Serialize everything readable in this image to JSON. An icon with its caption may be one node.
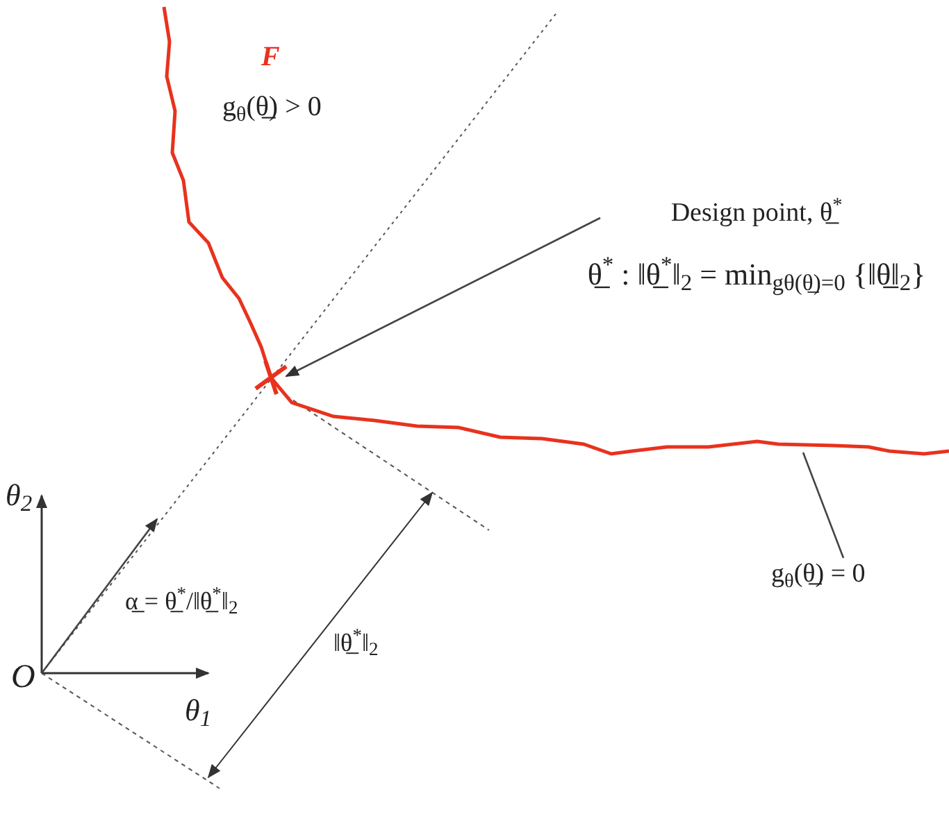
{
  "diagram": {
    "nodes": [
      {
        "text": [
          "Design point, θ̲$^{*}$",
          "θ̲$^{*}$ : ‖θ̲$^{*}$‖$_{2}$ = min$_{gθ(θ̲)=0}$ {‖θ̲‖$_{2}$}"
        ]
      },
      {
        "text": [],
        "shape": "cross"
      },
      {
        "text": [
          "g$_{θ}$(θ̲) = 0"
        ]
      },
      {
        "text": [
          "O"
        ]
      }
    ],
    "edges": [
      {
        "from": 0,
        "to": 1,
        "arrow": "to"
      },
      {
        "from": 2,
        "to": null,
        "arrow": "none"
      },
      {
        "from": 3,
        "to": null,
        "arrow": "to",
        "label": "α̲ = θ̲$^{*}$/‖θ̲$^{*}$‖$_{2}$"
      }
    ],
    "labels": [
      "F",
      "g$_{θ}$(θ̲) > 0",
      "θ$_{2}$",
      "θ$_{1}$",
      "‖θ̲$^{*}$‖$_{2}$"
    ]
  }
}
